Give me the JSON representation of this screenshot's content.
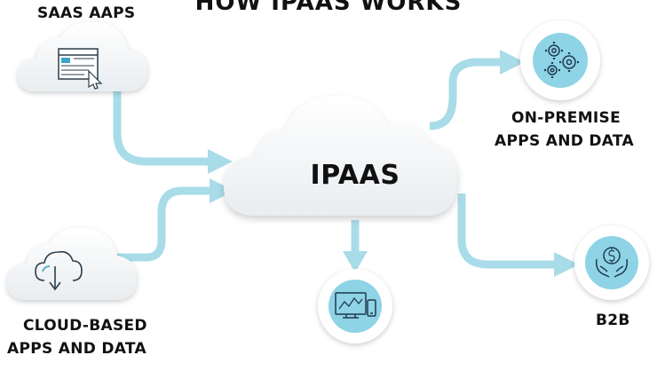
{
  "title": "HOW IPAAS WORKS",
  "center": {
    "label": "IPAAS"
  },
  "nodes": {
    "saas": {
      "label": "SAAS AAPS"
    },
    "cloud_based": {
      "line1": "CLOUD-BASED",
      "line2": "APPS AND DATA"
    },
    "on_premise": {
      "line1": "ON-PREMISE",
      "line2": "APPS AND DATA"
    },
    "b2b": {
      "label": "B2B"
    }
  },
  "colors": {
    "arrow": "#a8dce8",
    "icon_circle": "#8fd3e6",
    "icon_stroke": "#1f3b4d",
    "cloud_fill": "#f3f5f7"
  },
  "icons": [
    "browser-window-icon",
    "cloud-download-icon",
    "gears-icon",
    "money-hands-icon",
    "analytics-devices-icon"
  ]
}
